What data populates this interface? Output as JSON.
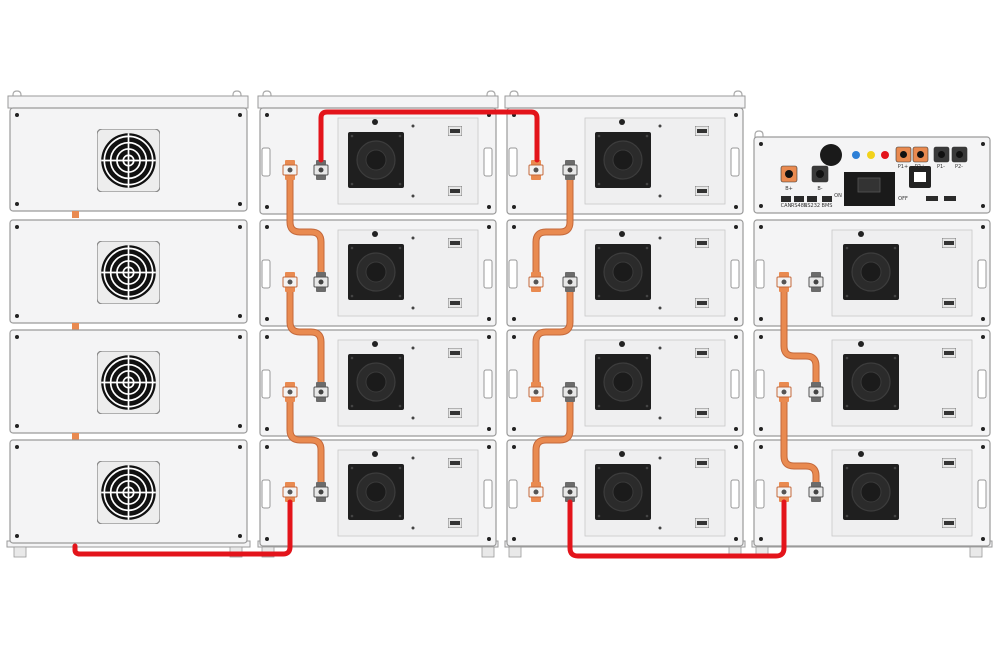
{
  "colors": {
    "background": "#ffffff",
    "module_fill": "#f4f4f5",
    "module_stroke": "#9a9a9a",
    "fan_fill": "#1f1f1f",
    "series_cable": "#e98a50",
    "series_cable_dark": "#c4683a",
    "main_cable": "#e3141b",
    "terminal": "#555555"
  },
  "icons": {
    "fan": "fan-grille-icon",
    "power_button": "power-button-icon",
    "screw": "screw-icon",
    "terminal": "terminal-icon"
  },
  "control_panel": {
    "b_plus": "B+",
    "b_minus": "B-",
    "p1_plus": "P1+",
    "p2_plus": "P2+",
    "p1_minus": "P1-",
    "p2_minus": "P2-",
    "on": "ON",
    "off": "OFF",
    "can": "CAN",
    "rs485": "RS485",
    "rs232": "RS232",
    "bms": "BMS"
  }
}
